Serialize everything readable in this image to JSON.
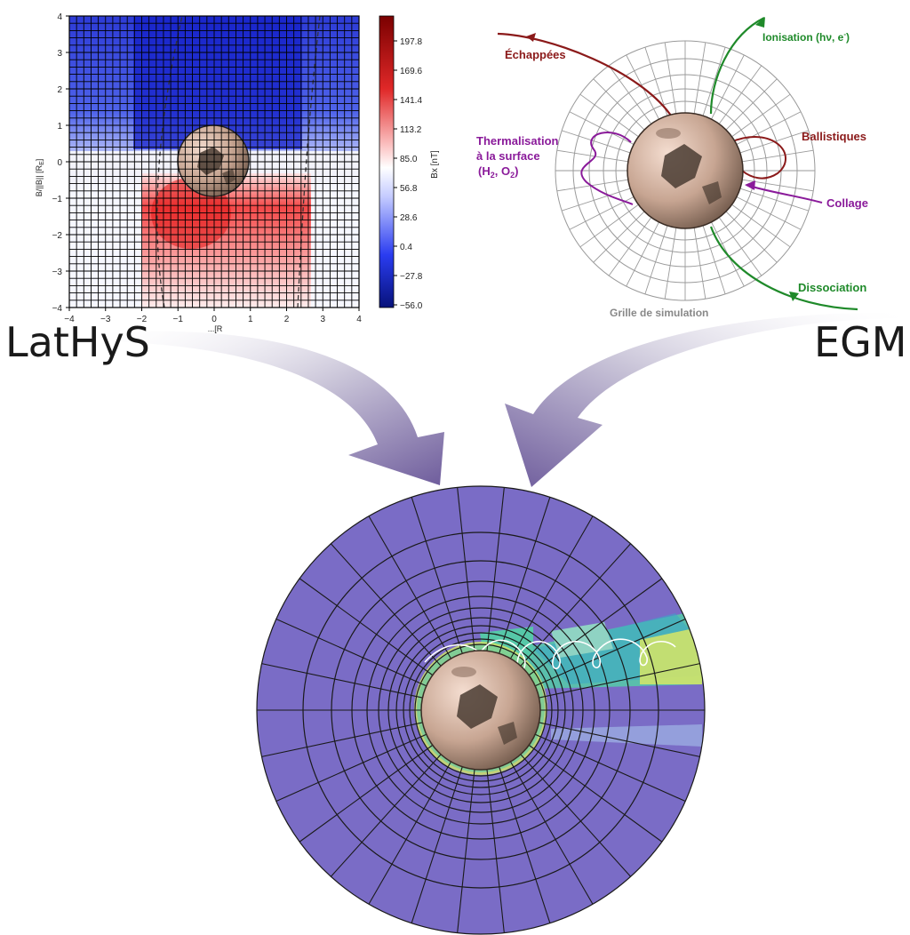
{
  "labels": {
    "left_model": "LatHyS",
    "right_model": "EGM"
  },
  "heatmap": {
    "ylabel": "B/||B|| [R",
    "ylabel_sub": "E",
    "ylabel_tail": "]",
    "xlabel": "...[R",
    "y_ticks": [
      "4",
      "3",
      "2",
      "1",
      "0",
      "−1",
      "−2",
      "−3",
      "−4"
    ],
    "x_ticks": [
      "−4",
      "−3",
      "−2",
      "−1",
      "0",
      "1",
      "2",
      "3",
      "4"
    ],
    "colorbar_label": "Bx [nT]",
    "colorbar_ticks": [
      "197.8",
      "169.6",
      "141.4",
      "113.2",
      "85.0",
      "56.8",
      "28.6",
      "0.4",
      "−27.8",
      "−56.0"
    ],
    "colors": {
      "low": "#0b1b8c",
      "mid": "#ffffff",
      "high": "#8b0000"
    }
  },
  "egm": {
    "escape": "Échappées",
    "ionisation": "Ionisation (hν, e",
    "ionisation_sup": "-",
    "ionisation_tail": ")",
    "thermal_1": "Thermalisation",
    "thermal_2": "à la surface",
    "thermal_3_a": "(H",
    "thermal_3_b": "2",
    "thermal_3_c": ", O",
    "thermal_3_d": "2",
    "thermal_3_e": ")",
    "ballistic": "Ballistiques",
    "sticking": "Collage",
    "dissociation": "Dissociation",
    "grid": "Grille de simulation",
    "colors": {
      "red": "#8b1a1a",
      "green": "#1f8a2a",
      "purple": "#8a1a9a",
      "grey": "#888888"
    }
  },
  "combined": {
    "background": "#7a6cc6",
    "colors": [
      "#7a6cc6",
      "#3aa6c9",
      "#56c8a8",
      "#cfe36a",
      "#8fd3c3"
    ]
  },
  "icons": {
    "moon": "moon-icon",
    "arrow_left": "curved-arrow-icon",
    "arrow_right": "curved-arrow-icon"
  }
}
